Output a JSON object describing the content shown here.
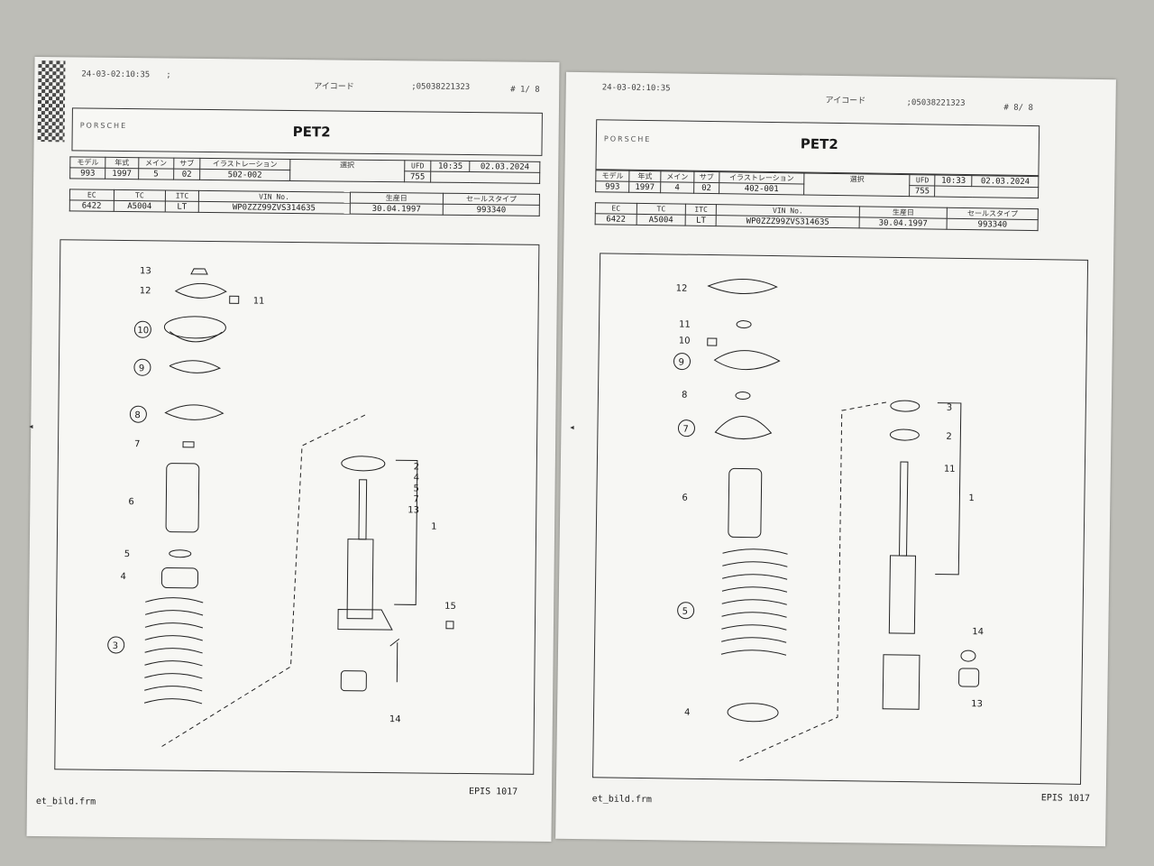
{
  "left": {
    "timestamp": "24-03-02:10:35",
    "sep": ";",
    "mode": "アイコード",
    "code": ";05038221323",
    "page_no": "# 1/ 8",
    "brand": "PORSCHE",
    "title": "PET2",
    "row1_labels": [
      "モデル",
      "年式",
      "メイン",
      "サブ",
      "イラストレーション",
      "選択",
      "UFD"
    ],
    "row1_values": [
      "993",
      "1997",
      "5",
      "02",
      "502-002",
      "",
      "755"
    ],
    "time": "10:35",
    "date": "02.03.2024",
    "row2_labels": [
      "EC",
      "TC",
      "ITC",
      "VIN No.",
      "生産日",
      "セールスタイプ"
    ],
    "row2_values": [
      "6422",
      "A5004",
      "LT",
      "WP0ZZZ99ZVS314635",
      "30.04.1997",
      "993340"
    ],
    "callouts": [
      "13",
      "12",
      "11",
      "10",
      "9",
      "8",
      "7",
      "6",
      "5",
      "4",
      "3",
      "2",
      "4",
      "5",
      "7",
      "13",
      "1",
      "15",
      "14"
    ],
    "footer_left": "et_bild.frm",
    "footer_right": "EPIS 1017"
  },
  "right": {
    "timestamp": "24-03-02:10:35",
    "mode": "アイコード",
    "code": ";05038221323",
    "page_no": "# 8/ 8",
    "brand": "PORSCHE",
    "title": "PET2",
    "row1_labels": [
      "モデル",
      "年式",
      "メイン",
      "サブ",
      "イラストレーション",
      "選択",
      "UFD"
    ],
    "row1_values": [
      "993",
      "1997",
      "4",
      "02",
      "402-001",
      "",
      "755"
    ],
    "time": "10:33",
    "date": "02.03.2024",
    "row2_labels": [
      "EC",
      "TC",
      "ITC",
      "VIN No.",
      "生産日",
      "セールスタイプ"
    ],
    "row2_values": [
      "6422",
      "A5004",
      "LT",
      "WP0ZZZ99ZVS314635",
      "30.04.1997",
      "993340"
    ],
    "callouts": [
      "12",
      "11",
      "10",
      "9",
      "8",
      "7",
      "6",
      "5",
      "4",
      "3",
      "2",
      "11",
      "1",
      "14",
      "13"
    ],
    "footer_left": "et_bild.frm",
    "footer_right": "EPIS 1017"
  }
}
